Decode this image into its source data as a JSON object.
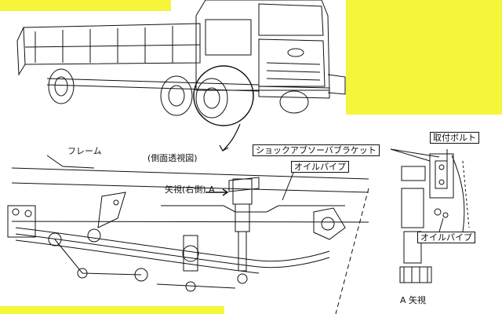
{
  "diagram": {
    "labels": {
      "frame": "フレーム",
      "side_view": "(側面透視図)",
      "arrow_view_right": "矢視(右側)",
      "arrow_letter": "A",
      "shock_bracket": "ショックアブソーバブラケット",
      "oil_pipe_main": "オイルパイプ",
      "mount_bolt": "取付ボルト",
      "oil_pipe_detail": "オイルパイプ",
      "view_a": "A 矢視"
    },
    "colors": {
      "highlight": "#f5f53a",
      "line": "#111111",
      "background": "#ffffff"
    }
  }
}
